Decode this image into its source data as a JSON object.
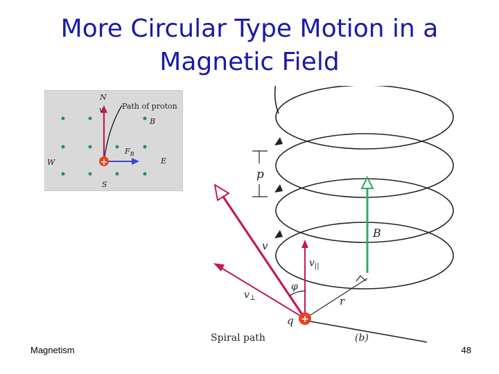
{
  "slide": {
    "title_line1": "More Circular Type Motion in a",
    "title_line2": "Magnetic Field",
    "footer_left": "Magnetism",
    "page_number": "48"
  },
  "inset_figure": {
    "label_north": "N",
    "label_velocity": "v",
    "label_path": "Path of proton",
    "label_field": "B",
    "label_force": "F",
    "label_force_sub": "B",
    "label_west": "W",
    "label_east": "E",
    "label_south": "S",
    "charge_symbol": "+"
  },
  "helix_figure": {
    "label_pitch": "p",
    "label_field": "B",
    "label_velocity": "v",
    "label_v_parallel": "v",
    "label_v_parallel_sub": "||",
    "label_v_perp": "v",
    "label_v_perp_sub": "⊥",
    "label_angle": "φ",
    "label_radius": "r",
    "label_charge": "q",
    "charge_symbol": "+",
    "label_spiral": "Spiral path",
    "label_panel": "(b)"
  },
  "colors": {
    "title": "#1a1aa6",
    "velocity": "#c2185b",
    "field": "#2eaa5c",
    "force": "#3a49c9",
    "charge": "#e8401c",
    "inset_bg": "#d9d9d9"
  }
}
